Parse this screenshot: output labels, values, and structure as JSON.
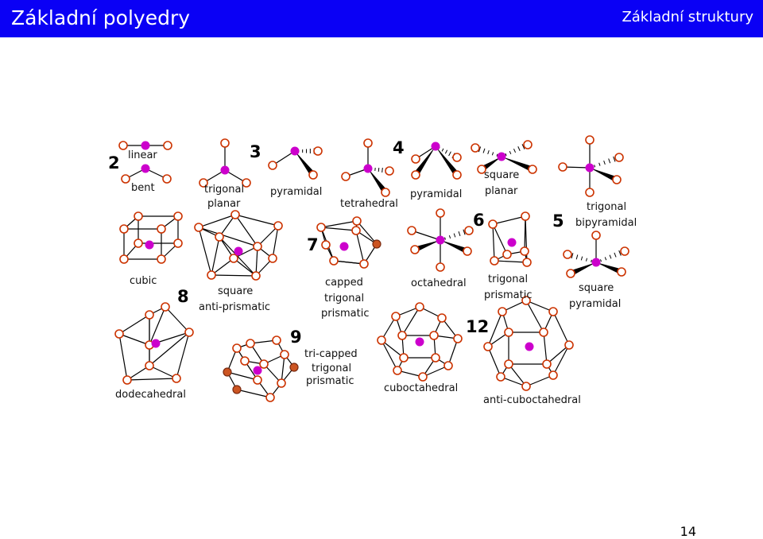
{
  "slide": {
    "title": "Základní polyedry",
    "section": "Základní struktury",
    "page_number": "14"
  },
  "colors": {
    "header_bg": "#0a00f5",
    "header_text": "#ffffff",
    "central_atom": "#cc00cc",
    "ligand_atom": "#cc3300",
    "capping_atom": "#cc5522"
  },
  "figure": {
    "numbers": {
      "n2": "2",
      "n3": "3",
      "n4": "4",
      "n5": "5",
      "n6": "6",
      "n7": "7",
      "n8": "8",
      "n9": "9",
      "n12": "12"
    },
    "labels": {
      "linear": "linear",
      "bent": "bent",
      "trigonal_planar_1": "trigonal",
      "trigonal_planar_2": "planar",
      "pyramidal_3": "pyramidal",
      "tetrahedral": "tetrahedral",
      "pyramidal_4": "pyramidal",
      "square_planar_1": "square",
      "square_planar_2": "planar",
      "trig_bipyr_1": "trigonal",
      "trig_bipyr_2": "bipyramidal",
      "cubic": "cubic",
      "sq_antiprism_1": "square",
      "sq_antiprism_2": "anti-prismatic",
      "capped_tp_1": "capped",
      "capped_tp_2": "trigonal",
      "capped_tp_3": "prismatic",
      "octahedral": "octahedral",
      "trig_prismatic_1": "trigonal",
      "trig_prismatic_2": "prismatic",
      "sq_pyramidal_1": "square",
      "sq_pyramidal_2": "pyramidal",
      "dodecahedral": "dodecahedral",
      "tricapped_1": "tri-capped",
      "tricapped_2": "trigonal",
      "tricapped_3": "prismatic",
      "cuboctahedral": "cuboctahedral",
      "anticuboctahedral": "anti-cuboctahedral"
    }
  }
}
